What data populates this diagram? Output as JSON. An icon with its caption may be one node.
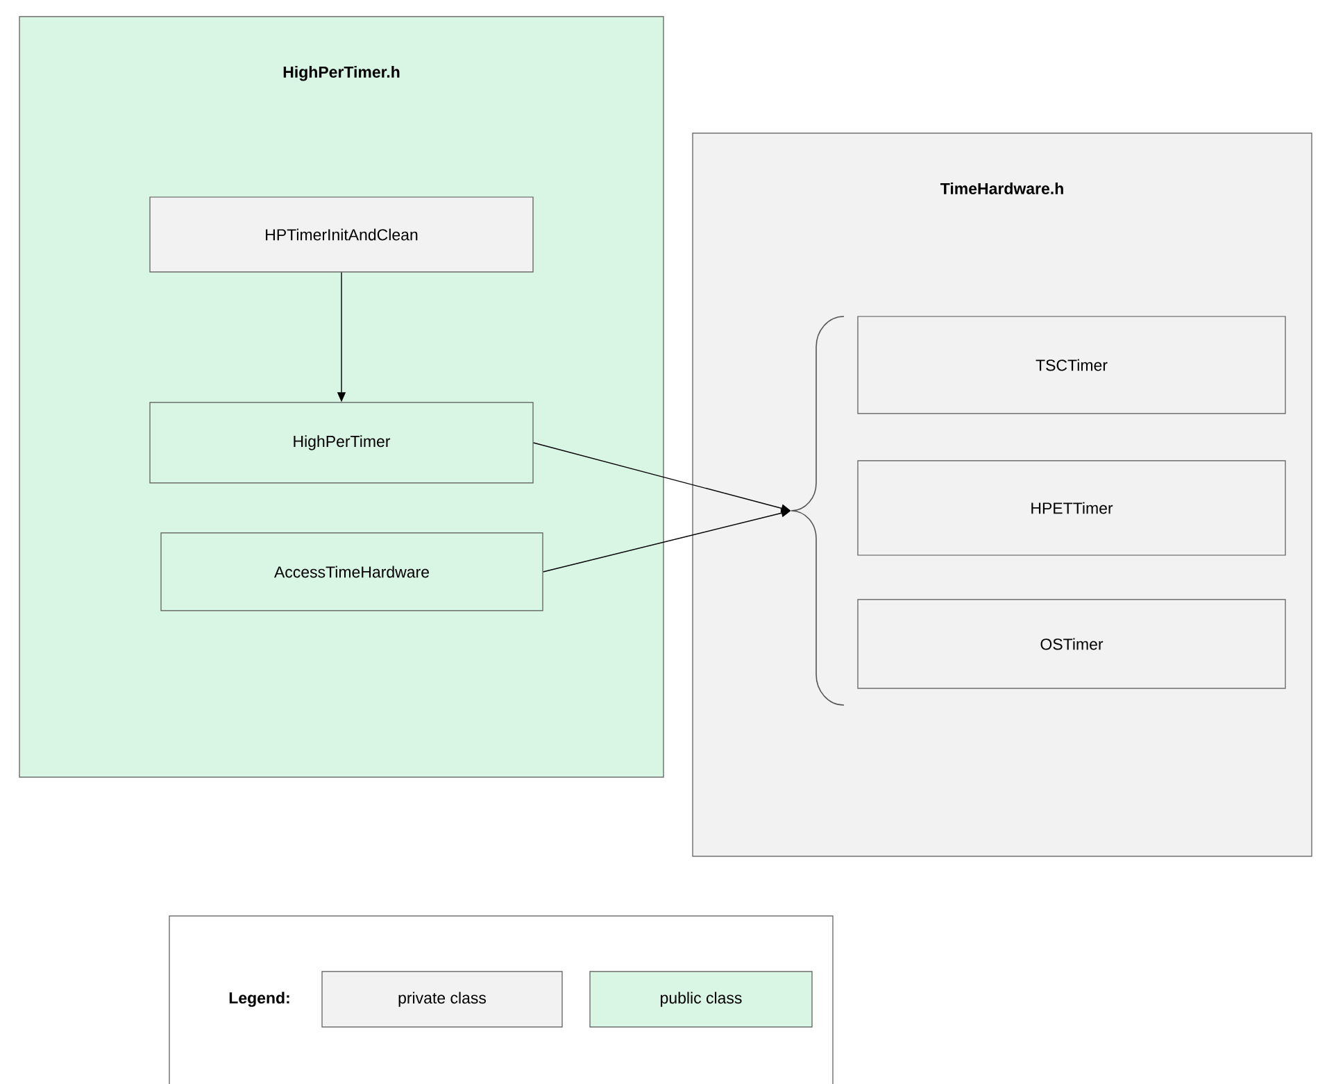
{
  "diagram": {
    "nodes": [
      {
        "text": [
          "HighPerTimer.h"
        ]
      },
      {
        "text": [
          "HPTimerInitAndClean"
        ],
        "in": 0
      },
      {
        "text": [
          "HighPerTimer"
        ],
        "in": 0
      },
      {
        "text": [
          "AccessTimeHardware"
        ],
        "in": 0
      },
      {
        "text": [
          "TimeHardware.h"
        ]
      },
      {
        "text": [],
        "shape": "brace",
        "in": 4
      },
      {
        "text": [
          "TSCTimer"
        ],
        "in": 4
      },
      {
        "text": [
          "HPETTimer"
        ],
        "in": 4
      },
      {
        "text": [
          "OSTimer"
        ],
        "in": 4
      }
    ],
    "edges": [
      {
        "from": 1,
        "to": 2,
        "arrow": "to"
      },
      {
        "from": 2,
        "to": 5,
        "arrow": "to"
      },
      {
        "from": 3,
        "to": 5,
        "arrow": "to"
      }
    ],
    "labels": [
      "Legend:"
    ],
    "legend": [
      {
        "text": "private class",
        "color": "#f2f2f2"
      },
      {
        "text": "public class",
        "color": "#d9f5e3"
      }
    ]
  }
}
